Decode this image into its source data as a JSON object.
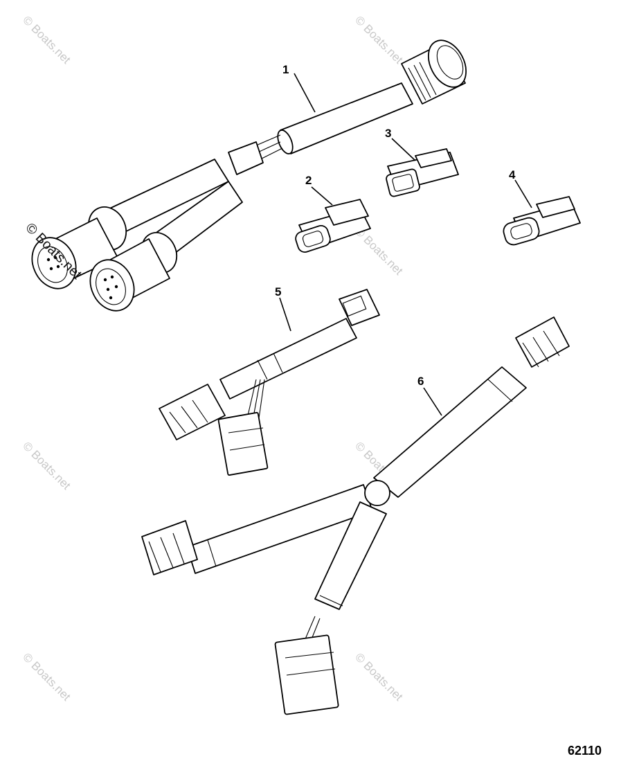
{
  "diagram": {
    "callouts": [
      "1",
      "2",
      "3",
      "4",
      "5",
      "6"
    ],
    "figure_number": "62110",
    "watermark": "© Boats.net"
  }
}
